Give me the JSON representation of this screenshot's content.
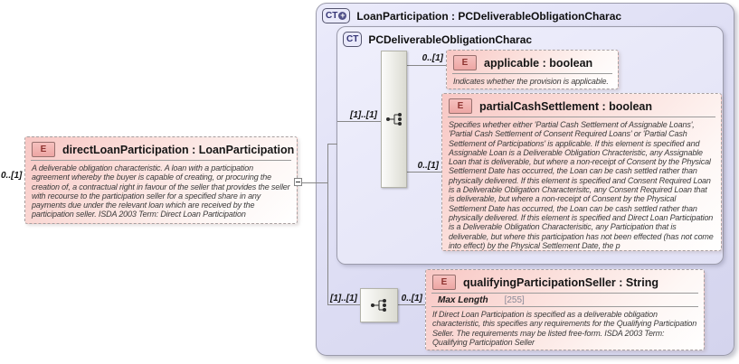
{
  "left_element": {
    "multiplicity": "0..[1]",
    "badge": "E",
    "title": "directLoanParticipation : LoanParticipation",
    "description": "A deliverable obligation characteristic. A loan with a participation agreement whereby the buyer is capable of creating, or procuring the creation of, a contractual right in favour of the seller that provides the seller with recourse to the participation seller for a specified share in any payments due under the relevant loan which are received by the participation seller. ISDA 2003 Term: Direct Loan Participation"
  },
  "outer_type": {
    "badge": "CT",
    "plus_glyph": "+",
    "title": "LoanParticipation : PCDeliverableObligationCharac"
  },
  "inner_type": {
    "badge": "CT",
    "title": "PCDeliverableObligationCharac",
    "sequence_multiplicity": "[1]..[1]"
  },
  "applicable": {
    "multiplicity": "0..[1]",
    "badge": "E",
    "title": "applicable : boolean",
    "description": "Indicates whether the provision is applicable."
  },
  "partial_cash_settlement": {
    "multiplicity": "0..[1]",
    "badge": "E",
    "title": "partialCashSettlement : boolean",
    "description": "Specifies whether either 'Partial Cash Settlement of Assignable Loans', 'Partial Cash Settlement of Consent Required Loans' or 'Partial Cash Settlement of Participations' is applicable. If this element is specified and Assignable Loan is a Deliverable Obligation Chracteristic, any Assignable Loan that is deliverable, but where a non-receipt of Consent by the Physical Settlement Date has occurred, the Loan can be cash settled rather than physically delivered. If this element is specified and Consent Required Loan is a Deliverable Obligation Characterisitc, any Consent Required Loan that is deliverable, but where a non-receipt of Consent by the Physical Settlement Date has occurred, the Loan can be cash settled rather than physically delivered. If this element is specified and Direct Loan Participation is a Deliverable Obligation Characterisitic, any Participation that is deliverable, but where this participation has not been effected (has not come into effect) by the Physical Settlement Date, the p"
  },
  "bottom_group": {
    "left_multiplicity": "[1]..[1]",
    "right_multiplicity": "0..[1]"
  },
  "qualifying": {
    "badge": "E",
    "title": "qualifyingParticipationSeller : String",
    "facet_name": "Max Length",
    "facet_value": "[255]",
    "description": "If Direct Loan Participation is specified as a deliverable obligation characteristic, this specifies any requirements for the Qualifying Participation Seller. The requirements may be listed free-form. ISDA 2003 Term: Qualifying Participation Seller"
  },
  "colors": {
    "container_fill": "#dedef4",
    "element_fill": "#f8c7c4",
    "element_badge_fill": "#f3b8b5",
    "element_badge_text": "#8e3330",
    "type_badge_text": "#333374",
    "connector_line": "#878787"
  }
}
